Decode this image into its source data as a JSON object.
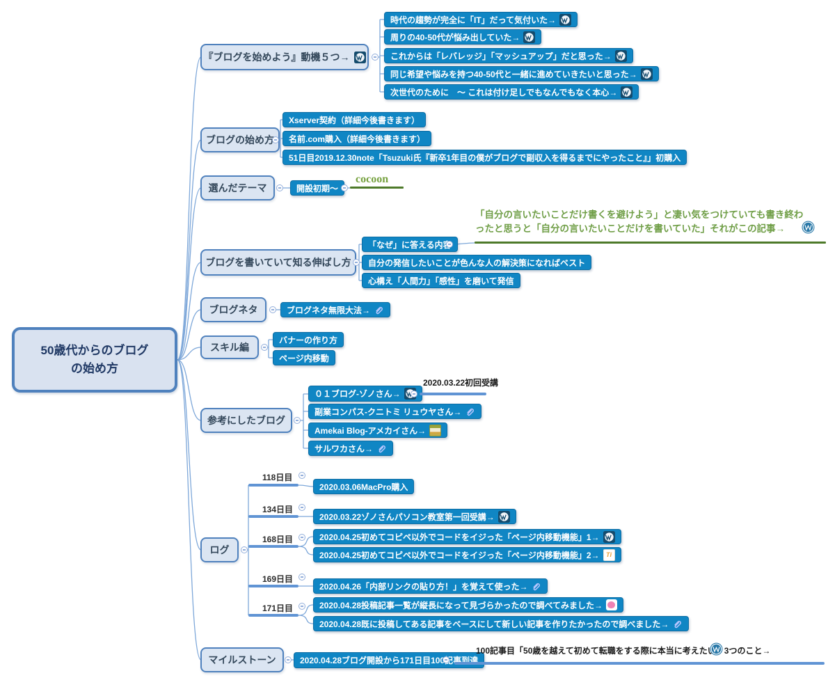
{
  "root": {
    "title_line1": "50歳代からのブログ",
    "title_line2": "の始め方"
  },
  "branches": [
    {
      "label": "『ブログを始めよう』動機５つ→",
      "children": [
        "時代の趨勢が完全に「IT」だって気付いた→",
        "周りの40-50代が悩み出していた→",
        "これからは「レバレッジ」「マッシュアップ」だと思った→",
        "同じ希望や悩みを持つ40-50代と一緒に進めていきたいと思った→",
        "次世代のために　〜 これは付け足しでもなんでもなく本心→"
      ]
    },
    {
      "label": "ブログの始め方",
      "children": [
        "Xserver契約（詳細今後書きます）",
        "名前.com購入（詳細今後書きます）",
        "51日目2019.12.30note「Tsuzuki氏『新卒1年目の僕がブログで副収入を得るまでにやったこと』」初購入"
      ]
    },
    {
      "label": "選んだテーマ",
      "children": [
        "開設初期〜"
      ],
      "note": "cocoon"
    },
    {
      "label": "ブログを書いていて知る伸ばし方",
      "children": [
        "「なぜ」に答える内容",
        "自分の発信したいことが色んな人の解決策になればベスト",
        "心構え「人間力」「感性」を磨いて発信"
      ],
      "note_line1": "「自分の言いたいことだけ書くを避けよう」と凄い気をつけていても書き終わ",
      "note_line2": "ったと思うと「自分の言いたいことだけを書いていた」それがこの記事→"
    },
    {
      "label": "ブログネタ",
      "children": [
        "ブログネタ無限大法→"
      ]
    },
    {
      "label": "スキル編",
      "children": [
        "バナーの作り方",
        "ページ内移動"
      ]
    },
    {
      "label": "参考にしたブログ",
      "children": [
        "０１ブログ-ゾノさん→",
        "副業コンパス-クニトミ リュウヤさん→",
        "Amekai Blog-アメカイさん→",
        "サルワカさん→"
      ],
      "note": "2020.03.22初回受講"
    },
    {
      "label": "ログ",
      "days": [
        {
          "day": "118日目",
          "entries": [
            "2020.03.06MacPro購入"
          ]
        },
        {
          "day": "134日目",
          "entries": [
            "2020.03.22ゾノさんパソコン教室第一回受講→"
          ]
        },
        {
          "day": "168日目",
          "entries": [
            "2020.04.25初めてコピペ以外でコードをイジった「ページ内移動機能」1→",
            "2020.04.25初めてコピペ以外でコードをイジった「ページ内移動機能」2→"
          ]
        },
        {
          "day": "169日目",
          "entries": [
            "2020.04.26「内部リンクの貼り方！」を覚えて使った→"
          ]
        },
        {
          "day": "171日目",
          "entries": [
            "2020.04.28投稿記事一覧が縦長になって見づらかったので調べてみました→",
            "2020.04.28既に投稿してある記事をベースにして新しい記事を作りたかったので調べました→"
          ]
        }
      ]
    },
    {
      "label": "マイルストーン",
      "children": [
        "2020.04.28ブログ開設から171日目100記事到達"
      ],
      "note": "100記事目「50歳を越えて初めて転職をする際に本当に考えたい」3つのこと→"
    }
  ],
  "icons": {
    "wordpress": "wordpress-logo",
    "wordpress_circle": "wordpress-circle-logo",
    "link": "paperclip-link",
    "ti_label": "Ti",
    "amekai": "amekai-favicon",
    "pink": "pink-site-favicon"
  },
  "colors": {
    "node_fill": "#1086c4",
    "node_border": "#0c6da4",
    "section_fill": "#dbe5f2",
    "section_border": "#4f81bd",
    "connector": "#7da7d9",
    "underline": "#6094d4",
    "green_text": "#6f9e46",
    "green_line": "#4e7a2a"
  }
}
